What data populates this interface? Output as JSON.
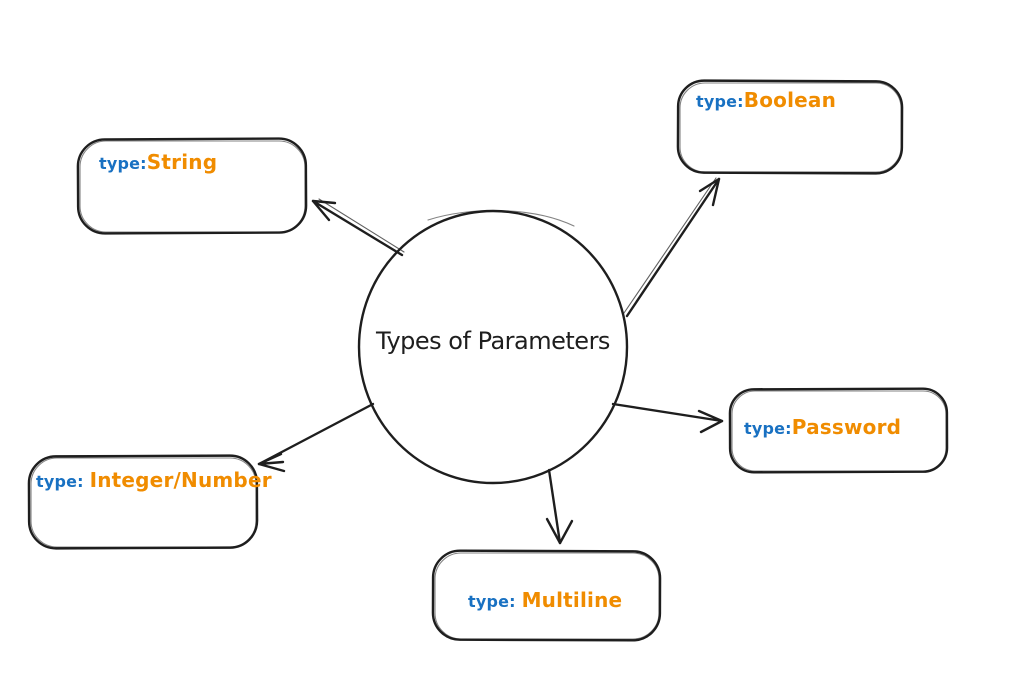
{
  "title": "Types of Parameters",
  "colors": {
    "bg": "#ffffff",
    "ink": "#1e1e1e",
    "blue": "#1971c2",
    "orange": "#f08c00"
  },
  "nodes": [
    {
      "id": "string",
      "prefix": "type:",
      "value": "String"
    },
    {
      "id": "boolean",
      "prefix": "type:",
      "value": "Boolean"
    },
    {
      "id": "password",
      "prefix": "type:",
      "value": "Password"
    },
    {
      "id": "multiline",
      "prefix": "type: ",
      "value": "Multiline"
    },
    {
      "id": "integer",
      "prefix": "type: ",
      "value": "Integer/Number"
    }
  ]
}
